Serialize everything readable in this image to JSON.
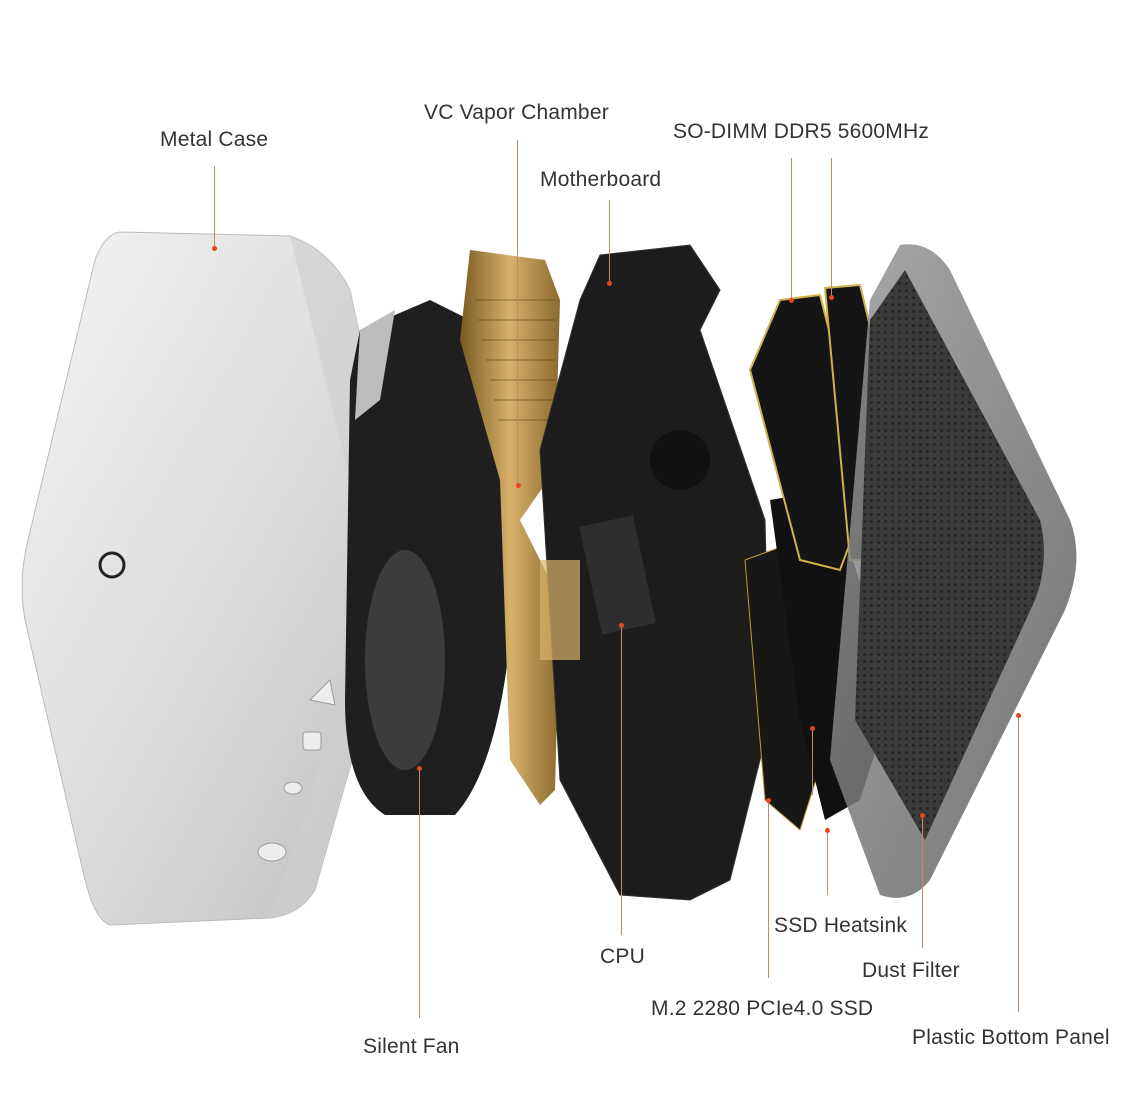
{
  "labels": {
    "metal_case": "Metal Case",
    "vc_vapor_chamber": "VC Vapor Chamber",
    "motherboard": "Motherboard",
    "so_dimm": "SO-DIMM DDR5 5600MHz",
    "ssd_heatsink": "SSD Heatsink",
    "cpu": "CPU",
    "m2_ssd": "M.2 2280 PCIe4.0 SSD",
    "dust_filter": "Dust Filter",
    "plastic_bottom_panel": "Plastic Bottom Panel",
    "silent_fan": "Silent Fan"
  },
  "colors": {
    "accent_dot": "#e5471c",
    "leader_line": "#c9876a",
    "text": "#333333"
  }
}
